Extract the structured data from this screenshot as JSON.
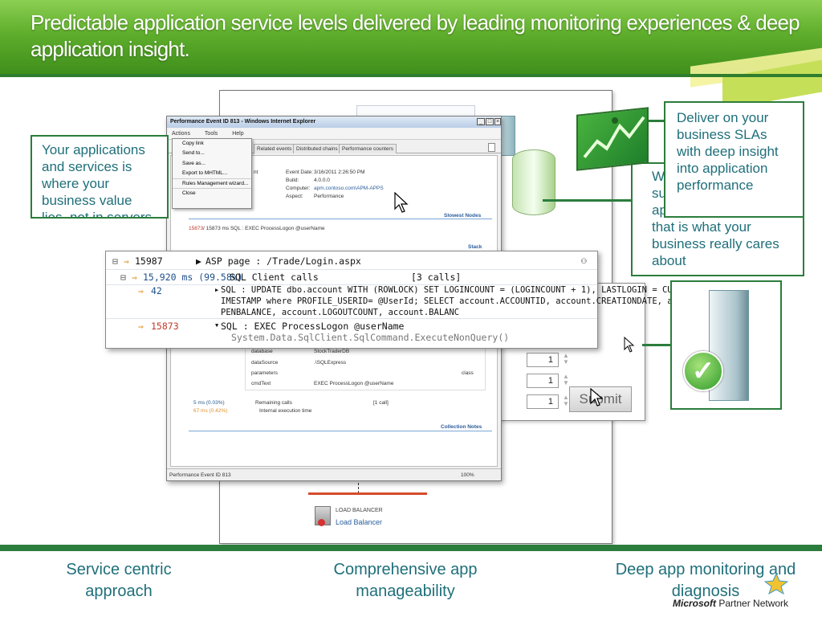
{
  "title": "Predictable application service levels delivered by leading monitoring experiences & deep application insight.",
  "callouts": {
    "left": "Your applications and services is where your business value lies, not in servers or VMs",
    "right_back": "We help you make sure how your application, because that is what your business really cares about",
    "right_front": "Deliver on your business SLAs with deep insight into application performance"
  },
  "footer": {
    "left": "Service centric approach",
    "center": "Comprehensive app manageability",
    "right": "Deep app monitoring and diagnosis",
    "brand": "Microsoft",
    "brand_suffix": "Partner Network"
  },
  "ie_window": {
    "title": "Performance Event ID 813 - Windows Internet Explorer",
    "menu": [
      "Actions",
      "Tools",
      "Help"
    ],
    "dropdown": [
      "Copy link",
      "Send to...",
      "Save as...",
      "Export to MHTML...",
      "Rules Management wizard...",
      "Close"
    ],
    "tabs": [
      "Related events",
      "Distributed chains",
      "Performance counters"
    ],
    "details": {
      "event_date_label": "Event Date:",
      "event_date": "3/16/2011 2:26:50 PM",
      "build_label": "Build:",
      "build": "4.0.0.0",
      "computer_label": "Computer:",
      "computer": "apm.contoso.com\\APM-APPS",
      "aspect_label": "Aspect:",
      "aspect": "Performance",
      "event_prefix": "nt"
    },
    "slowest_nodes": "Slowest Nodes",
    "stack": "Stack",
    "timing_line_red": "15873",
    "timing_line_rest": "/ 15873 ms   SQL : EXEC ProcessLogon @userName",
    "params": [
      {
        "name": "database",
        "value": "StockTraderDB",
        "type": ""
      },
      {
        "name": "dataSource",
        "value": ".\\SQLExpress",
        "type": ""
      },
      {
        "name": "parameters",
        "value": "",
        "type": "class"
      },
      {
        "name": "cmdText",
        "value": "EXEC ProcessLogon @userName",
        "type": ""
      }
    ],
    "remaining_ms": "5 ms (0.03%)",
    "remaining_label": "Remaining calls",
    "remaining_calls": "[1 call]",
    "internal_ms": "67 ms (0.42%)",
    "internal_label": "Internal execution time",
    "collection_notes": "Collection Notes",
    "status_text": "Performance Event ID 813",
    "zoom": "100%"
  },
  "zoom_panel": {
    "root_ms": "15987",
    "root_label": "ASP page : /Trade/Login.aspx",
    "child_ms": "15,920 ms (99.58%)",
    "child_label": "SQL Client calls",
    "child_calls": "[3 calls]",
    "row1_ms": "42",
    "row1_sql": "SQL : UPDATE dbo.account WITH (ROWLOCK) SET LOGINCOUNT = (LOGINCOUNT + 1), LASTLOGIN = CURRENT_T",
    "row1_sql2": "IMESTAMP where PROFILE_USERID= @UserId; SELECT account.ACCOUNTID, account.CREATIONDATE, account.O",
    "row1_sql3": "PENBALANCE, account.LOGOUTCOUNT, account.BALANC",
    "row2_ms": "15873",
    "row2_sql": "SQL : EXEC ProcessLogon @userName",
    "row2_method": "System.Data.SqlClient.SqlCommand.ExecuteNonQuery()"
  },
  "form": {
    "values": [
      "1",
      "1",
      "1"
    ],
    "submit": "Submit"
  },
  "load_balancer": {
    "caption": "LOAD BALANCER",
    "name": "Load Balancer"
  }
}
